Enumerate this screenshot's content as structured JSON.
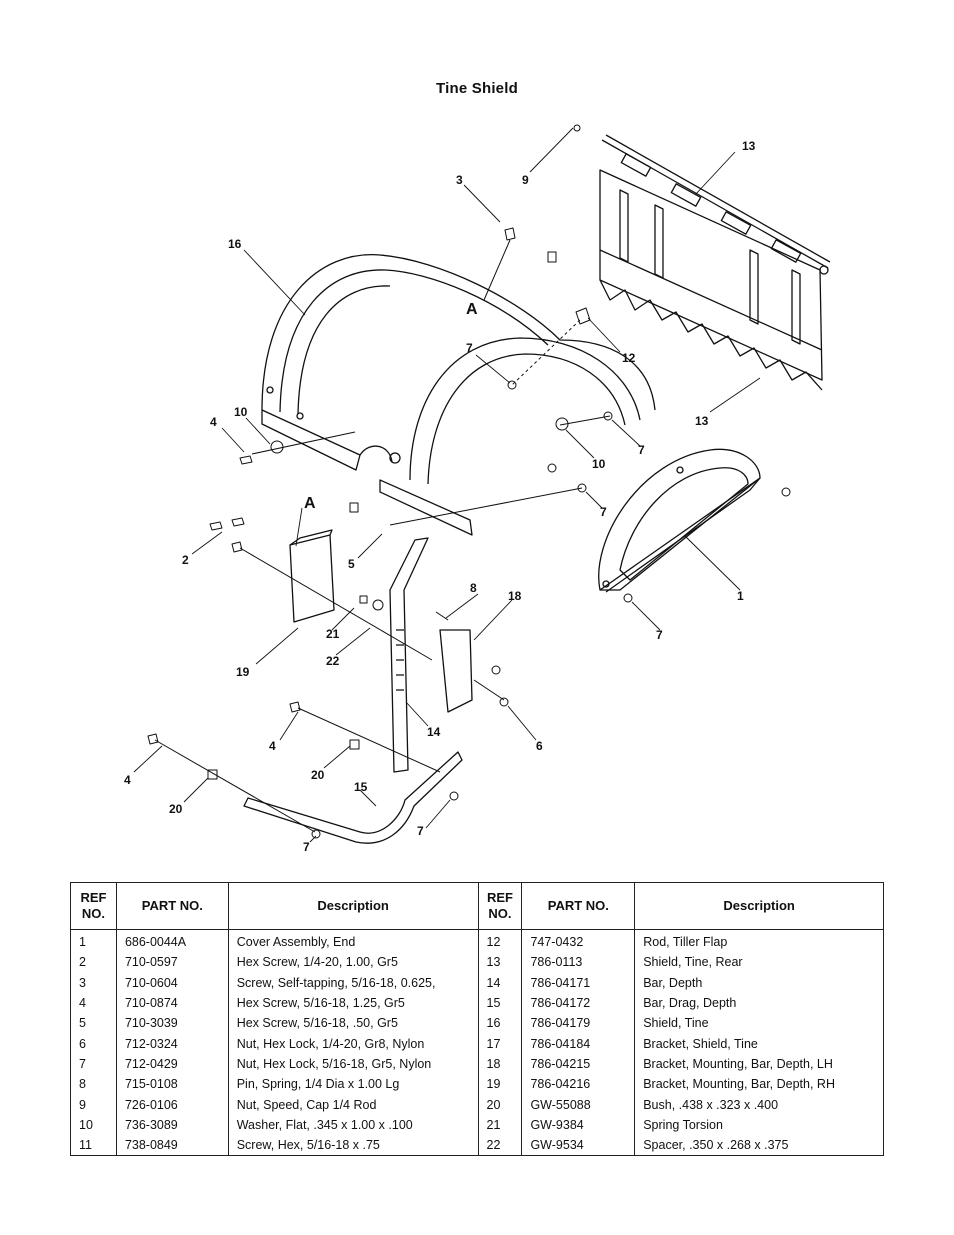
{
  "title": "Tine Shield",
  "callouts": [
    "1",
    "2",
    "3",
    "4",
    "4",
    "4",
    "5",
    "6",
    "7",
    "7",
    "7",
    "7",
    "7",
    "7",
    "8",
    "9",
    "10",
    "10",
    "12",
    "13",
    "13",
    "14",
    "15",
    "16",
    "18",
    "19",
    "20",
    "20",
    "21",
    "22"
  ],
  "view_markers": [
    "A",
    "A"
  ],
  "table": {
    "headers": {
      "ref": "REF NO.",
      "part": "PART NO.",
      "desc": "Description"
    },
    "left": [
      {
        "ref": "1",
        "part": "686-0044A",
        "desc": "Cover Assembly, End"
      },
      {
        "ref": "2",
        "part": "710-0597",
        "desc": "Hex Screw, 1/4-20, 1.00, Gr5"
      },
      {
        "ref": "3",
        "part": "710-0604",
        "desc": "Screw, Self-tapping, 5/16-18, 0.625,"
      },
      {
        "ref": "4",
        "part": "710-0874",
        "desc": "Hex Screw, 5/16-18, 1.25, Gr5"
      },
      {
        "ref": "5",
        "part": "710-3039",
        "desc": "Hex Screw, 5/16-18, .50, Gr5"
      },
      {
        "ref": "6",
        "part": "712-0324",
        "desc": "Nut, Hex Lock, 1/4-20, Gr8, Nylon"
      },
      {
        "ref": "7",
        "part": "712-0429",
        "desc": "Nut, Hex Lock, 5/16-18, Gr5, Nylon"
      },
      {
        "ref": "8",
        "part": "715-0108",
        "desc": "Pin, Spring, 1/4 Dia x 1.00 Lg"
      },
      {
        "ref": "9",
        "part": "726-0106",
        "desc": "Nut, Speed, Cap 1/4 Rod"
      },
      {
        "ref": "10",
        "part": "736-3089",
        "desc": "Washer, Flat, .345 x 1.00 x .100"
      },
      {
        "ref": "11",
        "part": "738-0849",
        "desc": "Screw, Hex, 5/16-18 x .75"
      }
    ],
    "right": [
      {
        "ref": "12",
        "part": "747-0432",
        "desc": "Rod, Tiller Flap"
      },
      {
        "ref": "13",
        "part": "786-0113",
        "desc": "Shield, Tine, Rear"
      },
      {
        "ref": "14",
        "part": "786-04171",
        "desc": "Bar, Depth"
      },
      {
        "ref": "15",
        "part": "786-04172",
        "desc": "Bar, Drag, Depth"
      },
      {
        "ref": "16",
        "part": "786-04179",
        "desc": "Shield, Tine"
      },
      {
        "ref": "17",
        "part": "786-04184",
        "desc": "Bracket, Shield, Tine"
      },
      {
        "ref": "18",
        "part": "786-04215",
        "desc": "Bracket, Mounting, Bar, Depth, LH"
      },
      {
        "ref": "19",
        "part": "786-04216",
        "desc": "Bracket, Mounting, Bar, Depth, RH"
      },
      {
        "ref": "20",
        "part": "GW-55088",
        "desc": "Bush, .438 x .323 x .400"
      },
      {
        "ref": "21",
        "part": "GW-9384",
        "desc": "Spring Torsion"
      },
      {
        "ref": "22",
        "part": "GW-9534",
        "desc": "Spacer, .350 x .268 x .375"
      }
    ]
  }
}
